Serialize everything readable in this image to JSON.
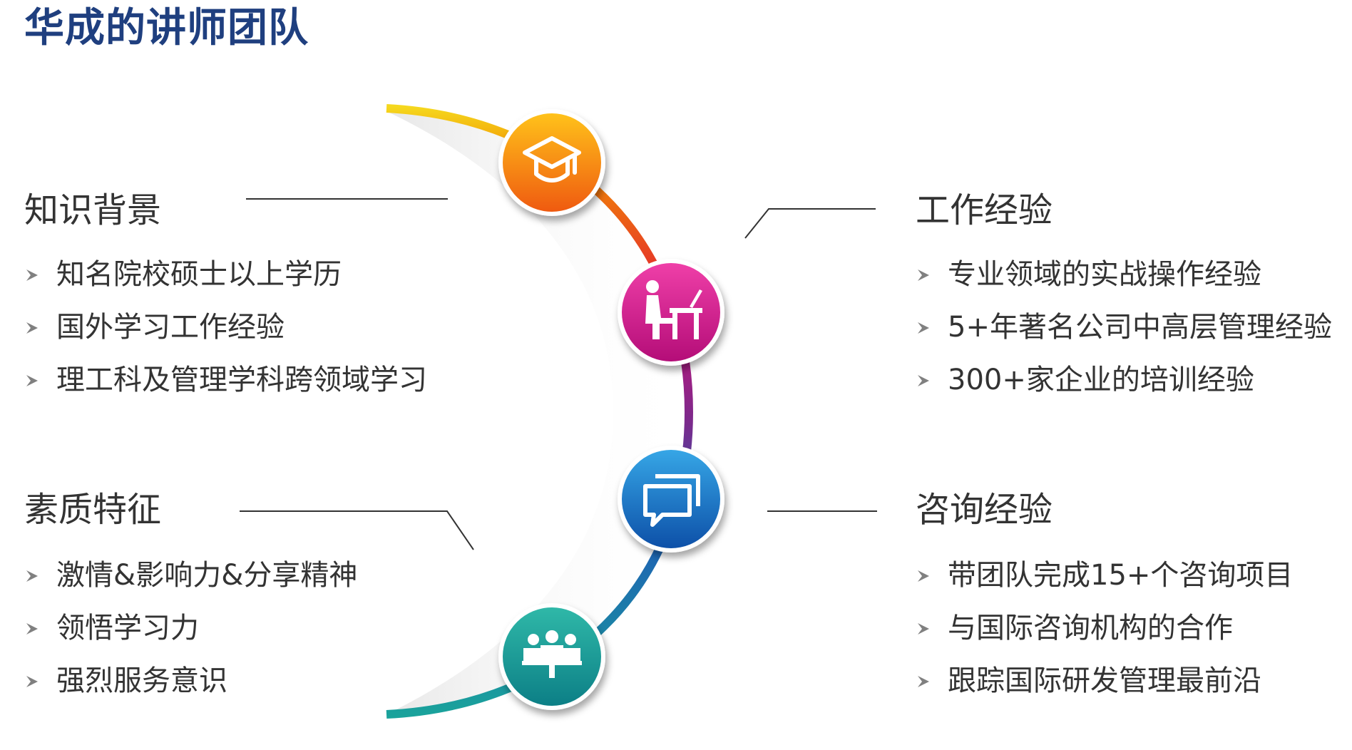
{
  "slide": {
    "title": "华成的讲师团队"
  },
  "colors": {
    "title": "#1f3f7f",
    "text": "#333333",
    "connector": "#333333",
    "arc_gradient": [
      "#f5d81e",
      "#f39200",
      "#e3262f",
      "#c8127a",
      "#7a2a8c",
      "#1e5fb4",
      "#1aa39b"
    ],
    "node_colors": {
      "knowledge": [
        "#ffc21a",
        "#ef5a10"
      ],
      "work": [
        "#ef3fa8",
        "#b40d78"
      ],
      "consulting": [
        "#36a6e6",
        "#0d50a8"
      ],
      "team": [
        "#2fb8a8",
        "#0c7f86"
      ]
    }
  },
  "icons": {
    "knowledge": "graduation-cap-icon",
    "work": "person-at-desk-icon",
    "consulting": "chat-bubbles-icon",
    "team": "team-people-icon",
    "bullet": "chevron-right-icon"
  },
  "sections": {
    "knowledge": {
      "heading": "知识背景",
      "items": [
        "知名院校硕士以上学历",
        "国外学习工作经验",
        "理工科及管理学科跨领域学习"
      ]
    },
    "work": {
      "heading": "工作经验",
      "items": [
        "专业领域的实战操作经验",
        "5+年著名公司中高层管理经验",
        "300+家企业的培训经验"
      ]
    },
    "quality": {
      "heading": "素质特征",
      "items": [
        "激情&影响力&分享精神",
        "领悟学习力",
        "强烈服务意识"
      ]
    },
    "consulting": {
      "heading": "咨询经验",
      "items": [
        "带团队完成15+个咨询项目",
        "与国际咨询机构的合作",
        "跟踪国际研发管理最前沿"
      ]
    }
  }
}
